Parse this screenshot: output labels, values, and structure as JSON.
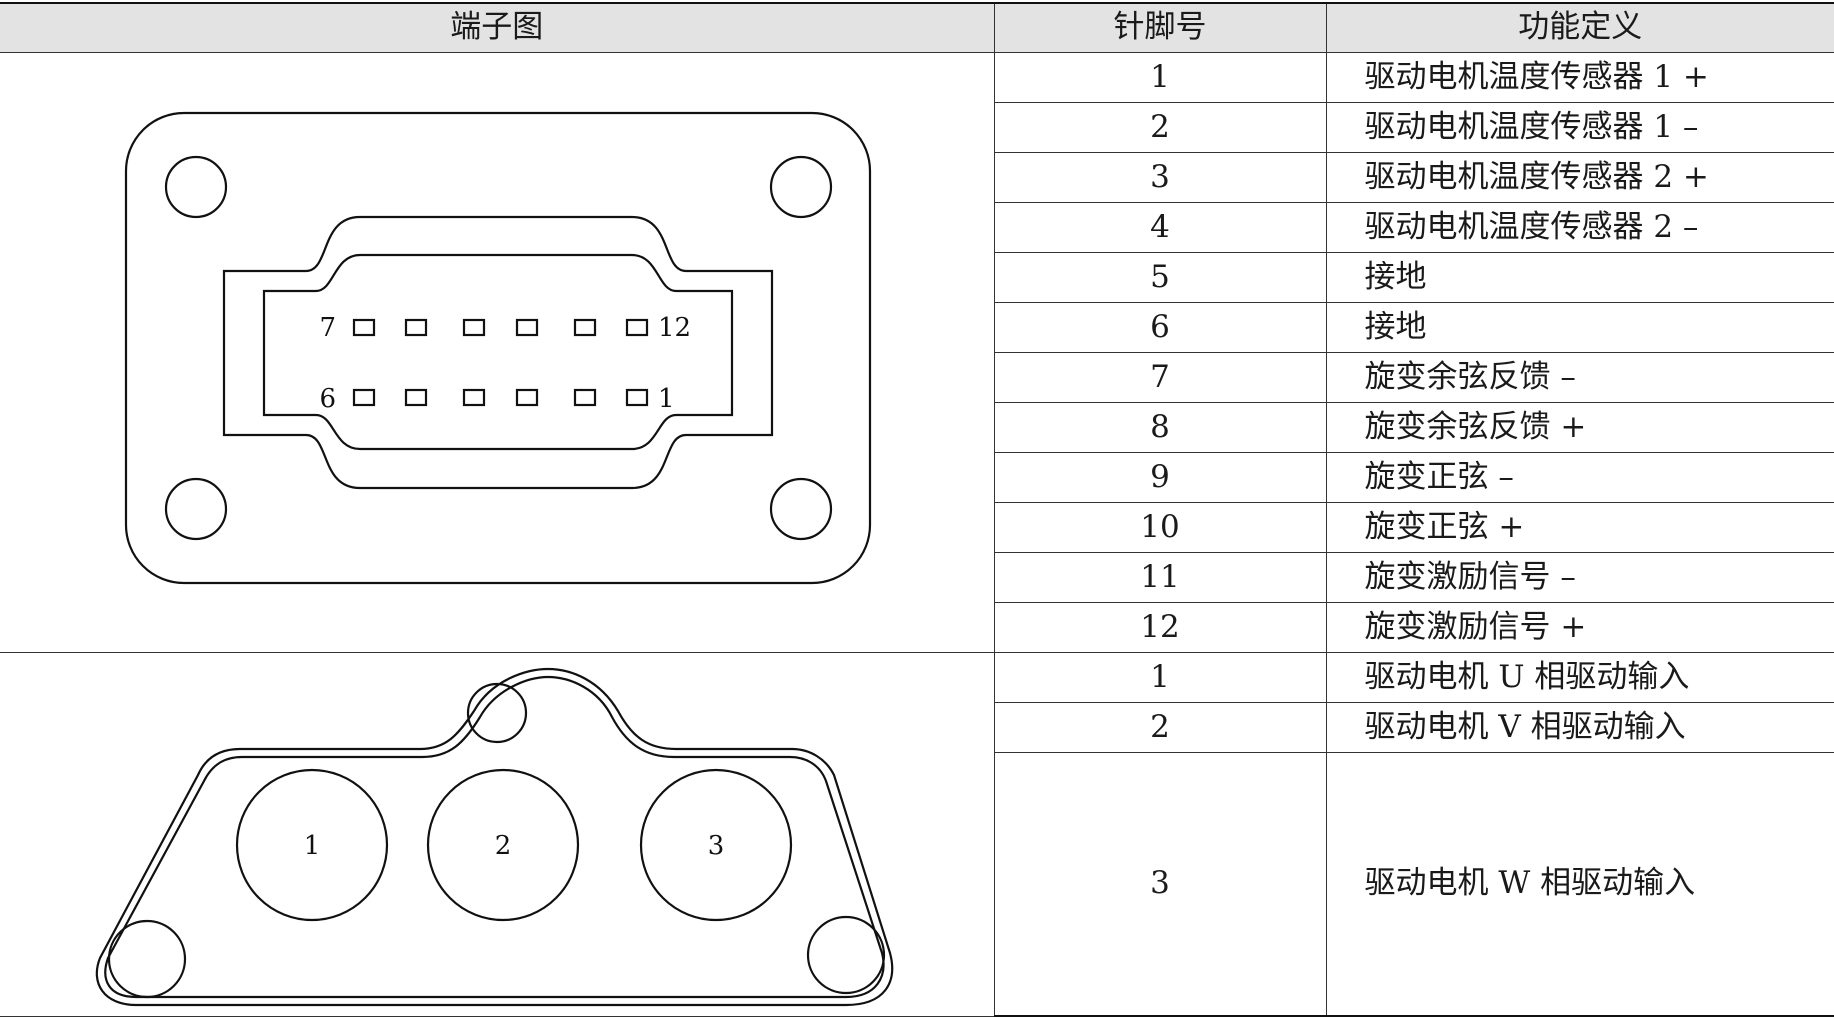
{
  "table": {
    "headers": {
      "diagram": "端子图",
      "pin": "针脚号",
      "function": "功能定义"
    },
    "connector_a": {
      "top_left_pin_label": "7",
      "top_right_pin_label": "12",
      "bottom_left_pin_label": "6",
      "bottom_right_pin_label": "1",
      "rows": [
        {
          "pin": "1",
          "function": "驱动电机温度传感器 1 +"
        },
        {
          "pin": "2",
          "function": "驱动电机温度传感器 1 –"
        },
        {
          "pin": "3",
          "function": "驱动电机温度传感器 2 +"
        },
        {
          "pin": "4",
          "function": "驱动电机温度传感器 2 –"
        },
        {
          "pin": "5",
          "function": "接地"
        },
        {
          "pin": "6",
          "function": "接地"
        },
        {
          "pin": "7",
          "function": "旋变余弦反馈 –"
        },
        {
          "pin": "8",
          "function": "旋变余弦反馈 +"
        },
        {
          "pin": "9",
          "function": "旋变正弦 –"
        },
        {
          "pin": "10",
          "function": "旋变正弦 +"
        },
        {
          "pin": "11",
          "function": "旋变激励信号 –"
        },
        {
          "pin": "12",
          "function": "旋变激励信号 +"
        }
      ]
    },
    "connector_b": {
      "terminal_labels": [
        "1",
        "2",
        "3"
      ],
      "rows": [
        {
          "pin": "1",
          "function": "驱动电机 U 相驱动输入"
        },
        {
          "pin": "2",
          "function": "驱动电机 V 相驱动输入"
        },
        {
          "pin": "3",
          "function": "驱动电机 W 相驱动输入"
        }
      ]
    }
  }
}
